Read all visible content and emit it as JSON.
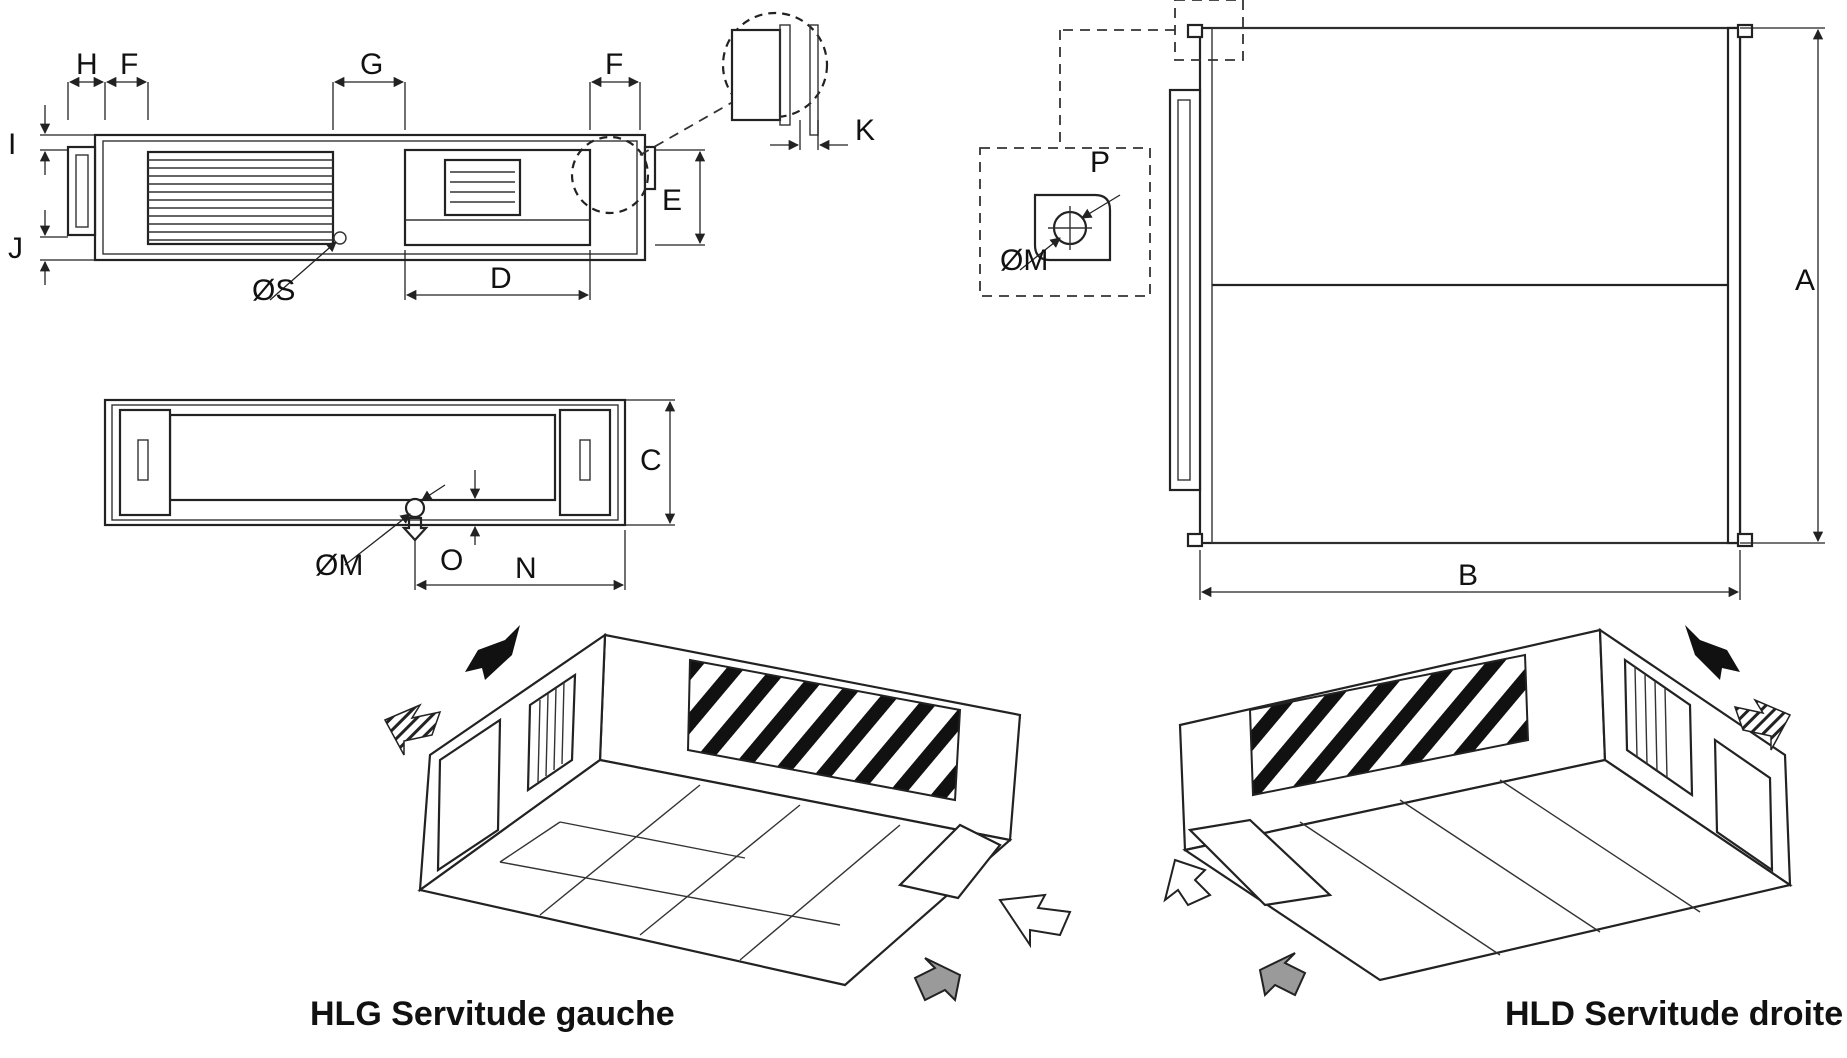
{
  "title": "",
  "dimension_labels": {
    "H": "H",
    "F_left": "F",
    "G": "G",
    "F_right": "F",
    "K": "K",
    "I": "I",
    "J": "J",
    "E": "E",
    "S": "ØS",
    "D": "D",
    "C": "C",
    "M_front": "ØM",
    "O": "O",
    "N": "N",
    "P": "P",
    "M_detail": "ØM",
    "A": "A",
    "B": "B"
  },
  "captions": {
    "left": "HLG Servitude gauche",
    "right": "HLD Servitude droite"
  },
  "colors": {
    "line": "#222222",
    "arrow_black": "#111111",
    "arrow_grey": "#9a9a9a",
    "arrow_white": "#ffffff",
    "hatch": "#111111"
  }
}
